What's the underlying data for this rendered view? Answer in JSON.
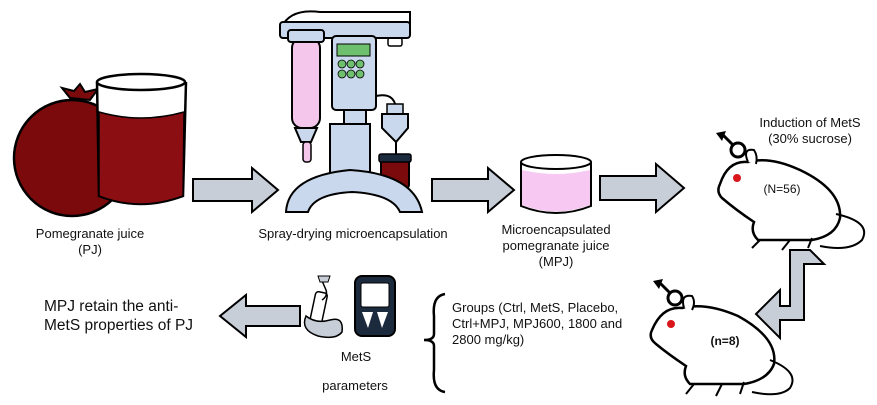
{
  "labels": {
    "pj": "Pomegranate juice\n(PJ)",
    "spray": "Spray-drying microencapsulation",
    "mpj": "Microencapsulated\npomegranate juice\n(MPJ)",
    "induction": "Induction of MetS\n(30% sucrose)",
    "n56": "(N=56)",
    "n8": "(n=8)",
    "groups": "Groups (Ctrl, MetS, Placebo,\nCtrl+MPJ, MPJ600, 1800 and\n2800 mg/kg)",
    "mets": "MetS",
    "parameters": "parameters",
    "conclusion": "MPJ retain the anti-\nMetS properties of PJ"
  },
  "colors": {
    "pomegranate": "#7a0a0c",
    "juice": "#8b0e13",
    "arrow_fill": "#c8ced8",
    "machine_body": "#c9d8ec",
    "tube_pink": "#f4c6ec",
    "capsule_pink": "#f6c8f2",
    "screen_green": "#6ebf6e",
    "device_dark": "#1c2a3d",
    "outline": "#000000",
    "eye_red": "#d8161b"
  },
  "icons": [
    "pomegranate-icon",
    "juice-glass-icon",
    "spray-dryer-icon",
    "mpj-container-icon",
    "rat-icon",
    "male-symbol-icon",
    "glucometer-icon",
    "test-strip-icon",
    "curly-brace-icon"
  ]
}
